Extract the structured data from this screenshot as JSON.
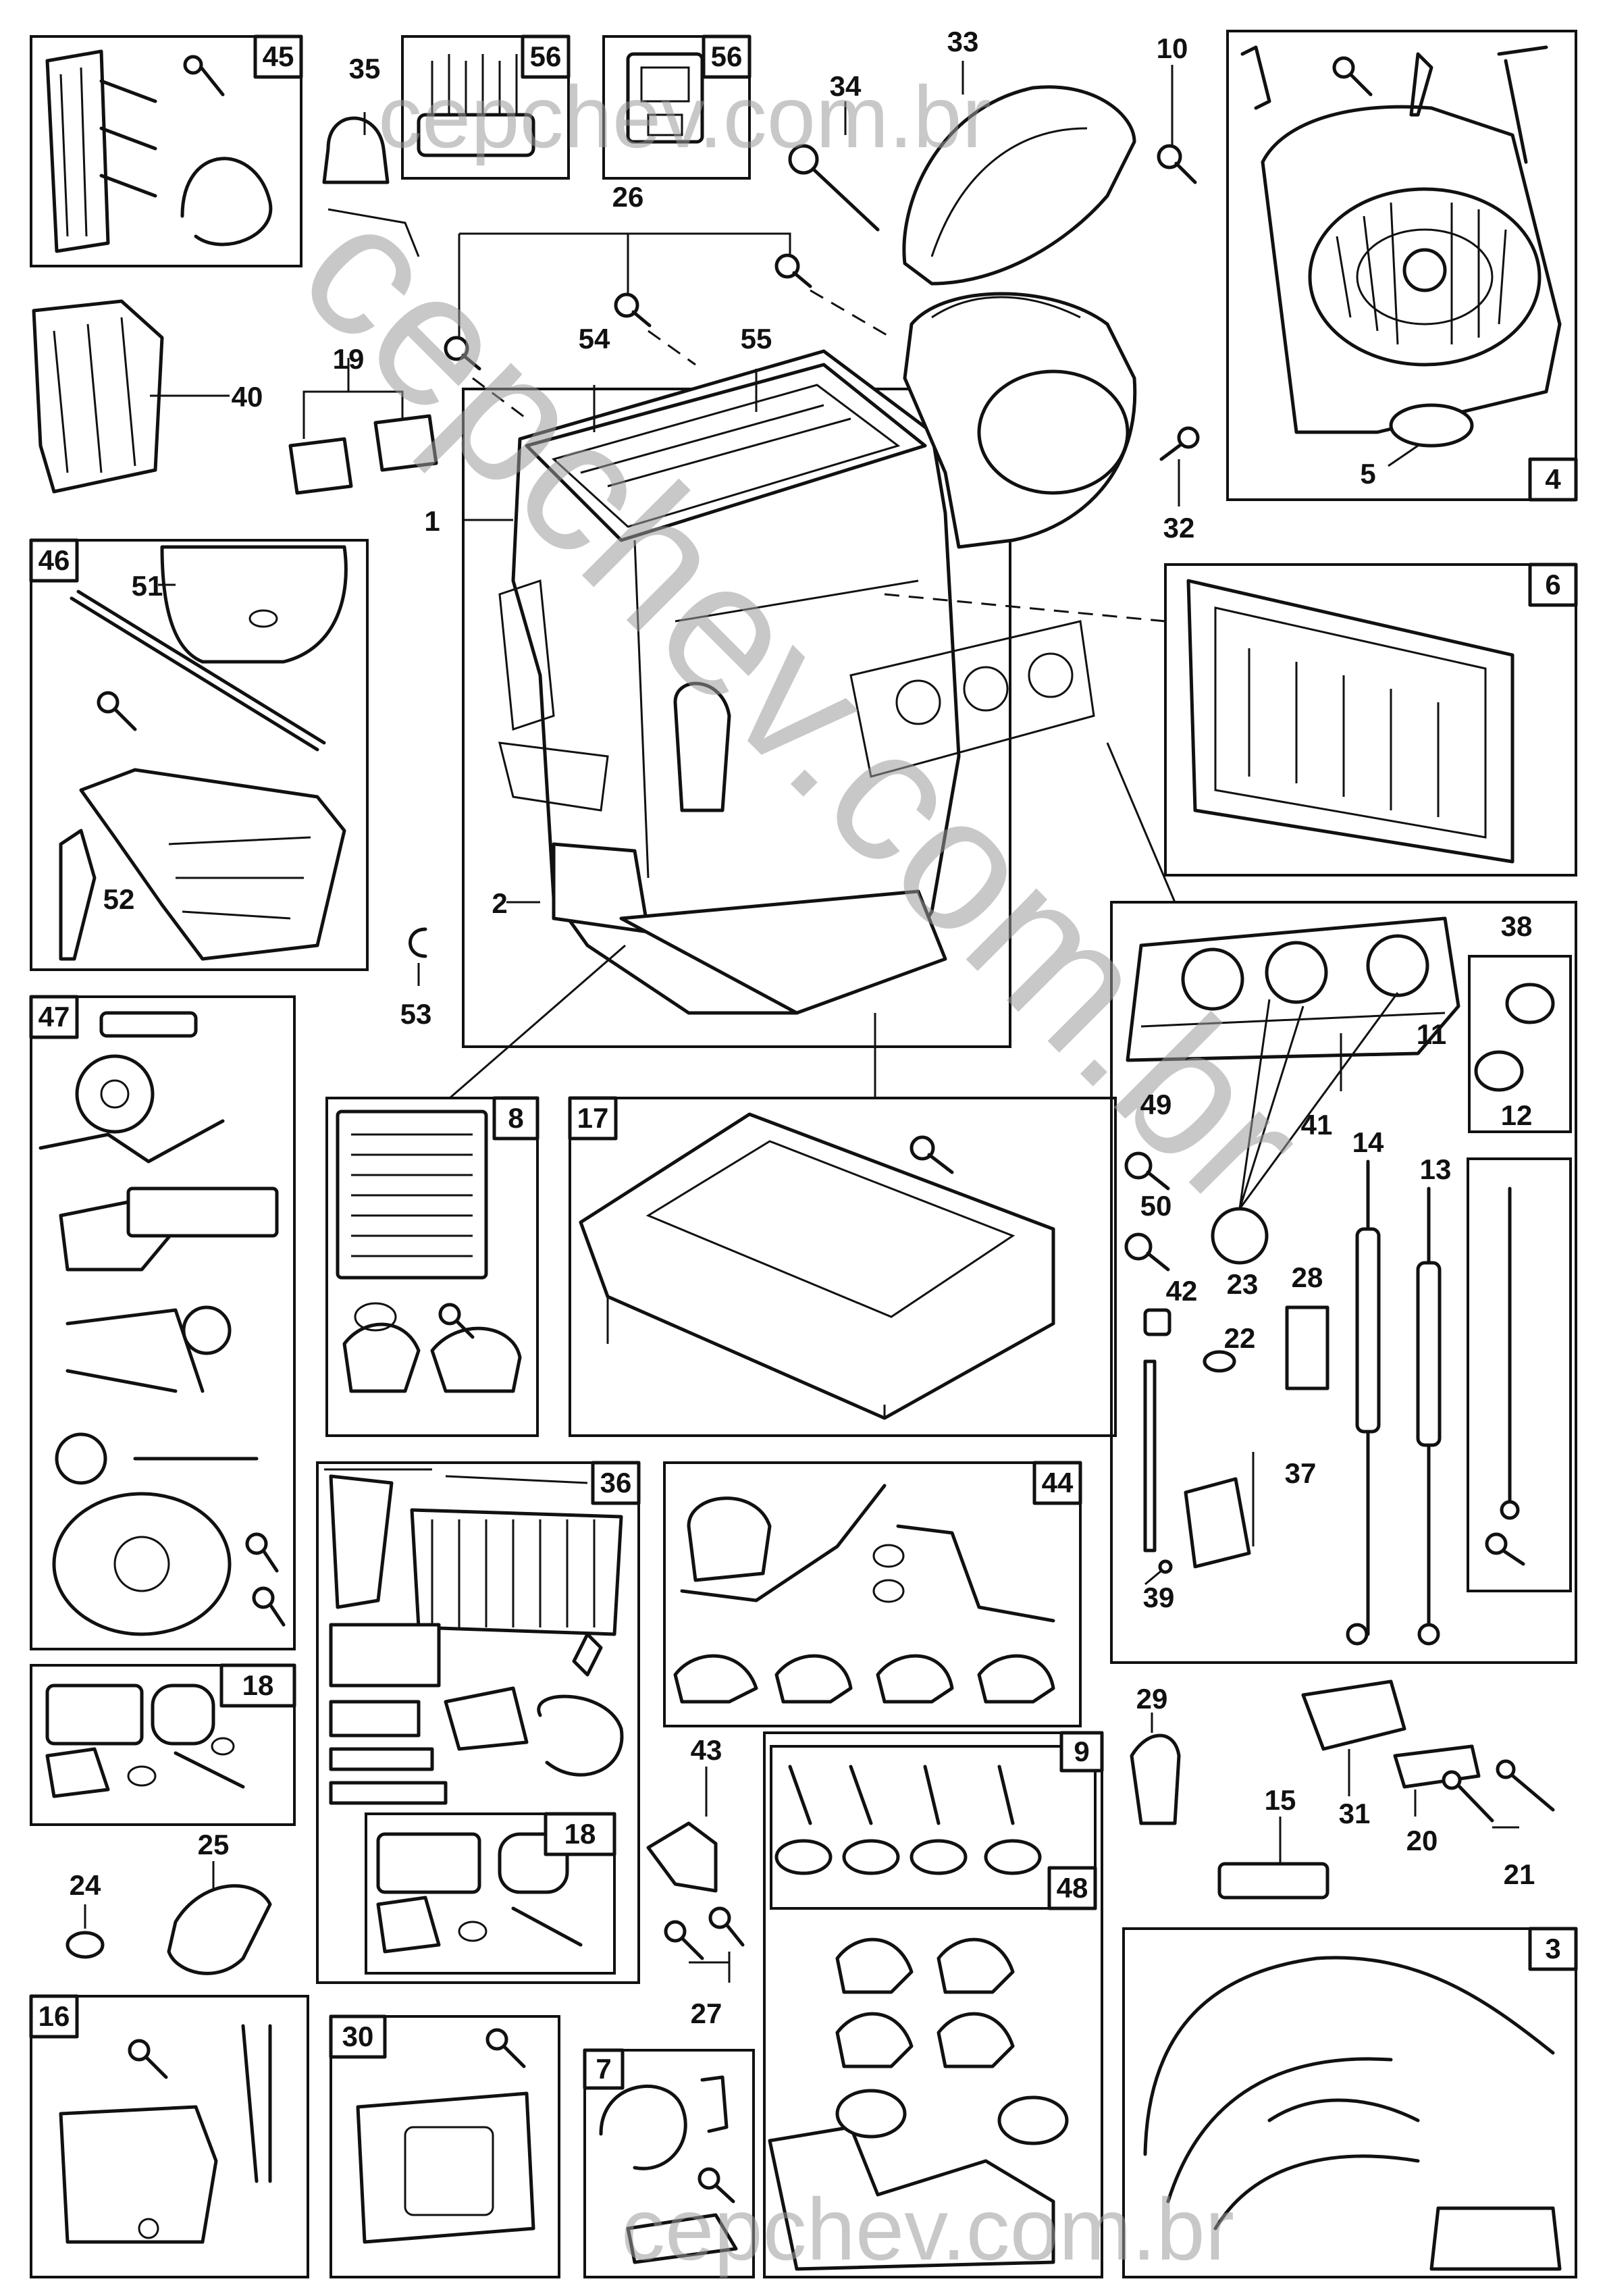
{
  "watermarks": [
    "cepchev.com.br",
    "cepchev.com.br",
    "cepchev.com.br"
  ],
  "boxes": [
    "45",
    "56",
    "56",
    "4",
    "46",
    "6",
    "47",
    "8",
    "17",
    "38",
    "36",
    "44",
    "18",
    "18",
    "9",
    "48",
    "3",
    "16",
    "30",
    "7"
  ],
  "callouts": [
    "35",
    "34",
    "33",
    "10",
    "26",
    "19",
    "54",
    "55",
    "40",
    "1",
    "51",
    "52",
    "5",
    "32",
    "2",
    "53",
    "49",
    "41",
    "11",
    "23",
    "50",
    "14",
    "13",
    "12",
    "42",
    "22",
    "28",
    "37",
    "39",
    "29",
    "43",
    "31",
    "20",
    "21",
    "15",
    "24",
    "25",
    "27"
  ]
}
